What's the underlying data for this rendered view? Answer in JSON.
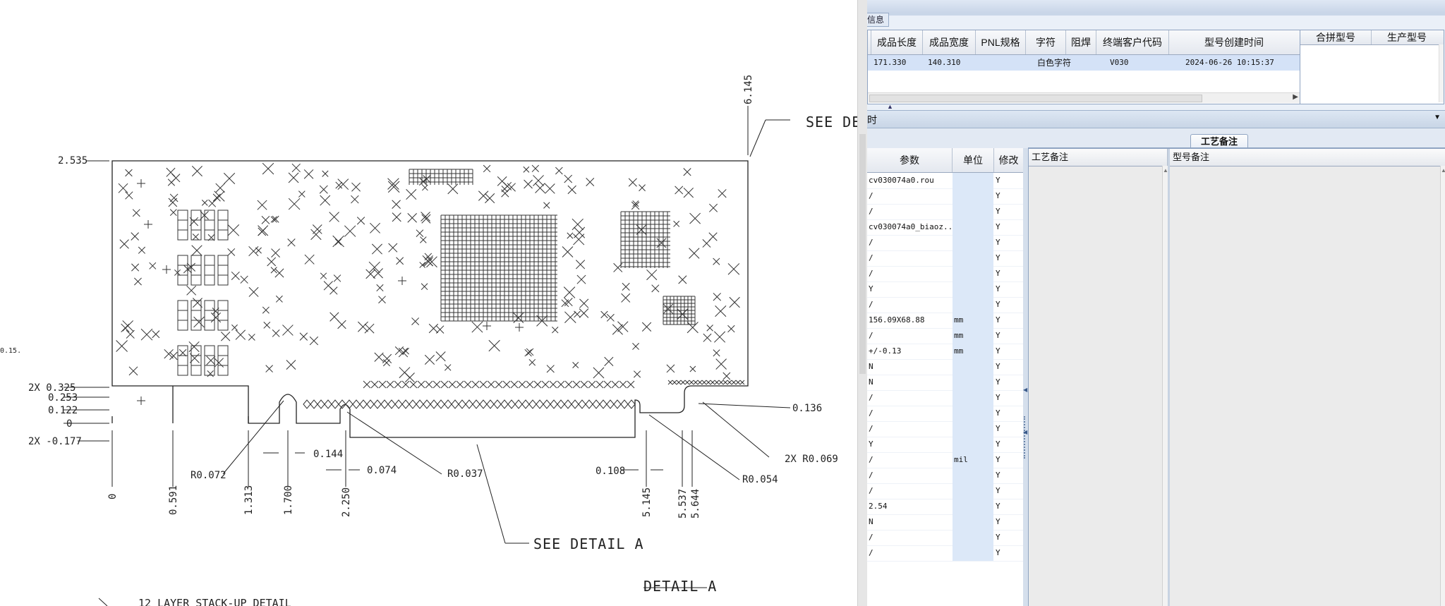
{
  "drawing": {
    "dims_left": [
      "2.535",
      "2X 0.325",
      "0.253",
      "0.122",
      "0",
      "2X -0.177"
    ],
    "dims_bottom": [
      "0",
      "0.591",
      "1.313",
      "1.700",
      "2.250",
      "5.145",
      "5.537",
      "5.644"
    ],
    "dim_top_right": "6.145",
    "dim_right": "0.136",
    "radii": [
      "R0.072",
      "R0.037",
      "R0.054",
      "2X R0.069"
    ],
    "small_dims": [
      "0.144",
      "0.074",
      "0.108"
    ],
    "see_detail_a": "SEE DETAIL A",
    "see_de": "SEE DE",
    "detail_a": "DETAIL A",
    "stackup": "12 LAYER STACK-UP DETAIL",
    "edge_note": "0.15."
  },
  "app": {
    "group_title": "信息",
    "grid1": {
      "columns": [
        "成品长度",
        "成品宽度",
        "PNL规格",
        "字符",
        "阻焊",
        "终端客户代码",
        "型号创建时间"
      ],
      "row": [
        "171.330",
        "140.310",
        "",
        "白色字符",
        "",
        "V030",
        "2024-06-26 10:15:37"
      ]
    },
    "grid2": {
      "columns": [
        "合拼型号",
        "生产型号"
      ]
    },
    "toolbar_label": "时",
    "grid3": {
      "columns": [
        "参数",
        "单位",
        "修改"
      ],
      "rows": [
        [
          "cv030074a0.rou",
          "",
          "Y"
        ],
        [
          "/",
          "",
          "Y"
        ],
        [
          "/",
          "",
          "Y"
        ],
        [
          "cv030074a0_biaoz...",
          "",
          "Y"
        ],
        [
          "/",
          "",
          "Y"
        ],
        [
          "/",
          "",
          "Y"
        ],
        [
          "/",
          "",
          "Y"
        ],
        [
          "Y",
          "",
          "Y"
        ],
        [
          "/",
          "",
          "Y"
        ],
        [
          "156.09X68.88",
          "mm",
          "Y"
        ],
        [
          "/",
          "mm",
          "Y"
        ],
        [
          "+/-0.13",
          "mm",
          "Y"
        ],
        [
          "N",
          "",
          "Y"
        ],
        [
          "N",
          "",
          "Y"
        ],
        [
          "/",
          "",
          "Y"
        ],
        [
          "/",
          "",
          "Y"
        ],
        [
          "/",
          "",
          "Y"
        ],
        [
          "Y",
          "",
          "Y"
        ],
        [
          "/",
          "mil",
          "Y"
        ],
        [
          "/",
          "",
          "Y"
        ],
        [
          "/",
          "",
          "Y"
        ],
        [
          "2.54",
          "",
          "Y"
        ],
        [
          "N",
          "",
          "Y"
        ],
        [
          "/",
          "",
          "Y"
        ],
        [
          "/",
          "",
          "Y"
        ]
      ]
    },
    "tab_label": "工艺备注",
    "notes_columns": [
      "工艺备注",
      "型号备注"
    ]
  }
}
